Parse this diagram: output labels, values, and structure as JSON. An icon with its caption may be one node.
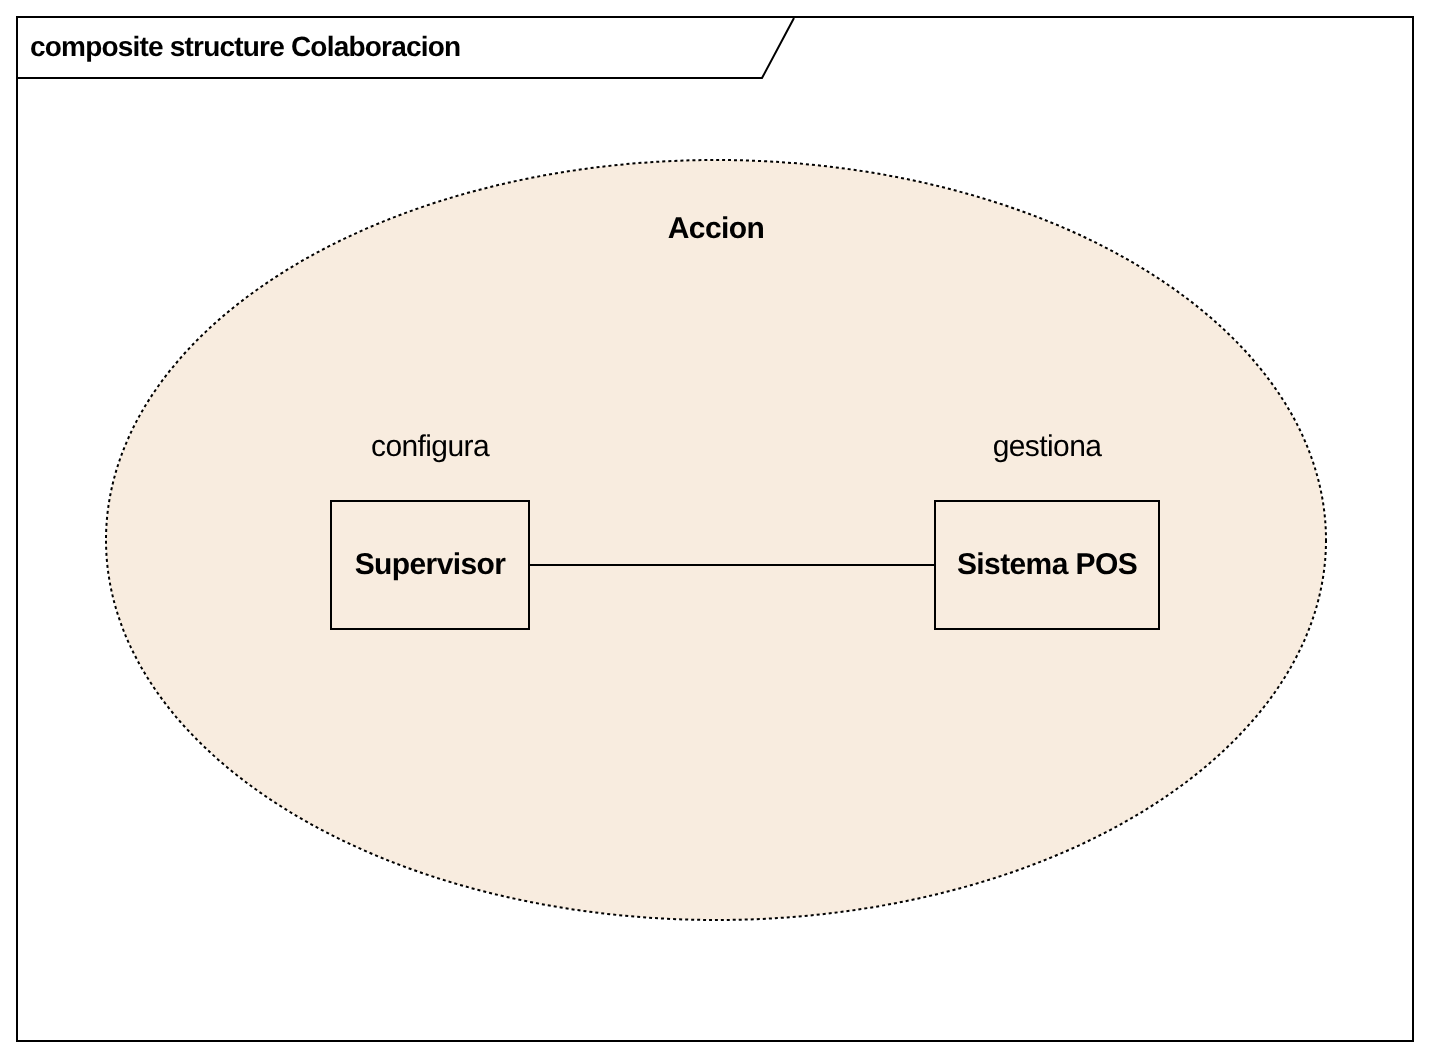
{
  "diagram": {
    "nodes": [
      {
        "text": [
          "composite structure Colaboracion"
        ]
      },
      {
        "text": [
          "Accion"
        ],
        "in": 0
      },
      {
        "text": [
          "Supervisor"
        ],
        "in": 1,
        "beside": [
          "configura"
        ]
      },
      {
        "text": [
          "Sistema POS"
        ],
        "in": 1,
        "beside": [
          "gestiona"
        ]
      }
    ],
    "edges": [
      {
        "from": 2,
        "to": 3,
        "arrow": "none"
      }
    ]
  }
}
